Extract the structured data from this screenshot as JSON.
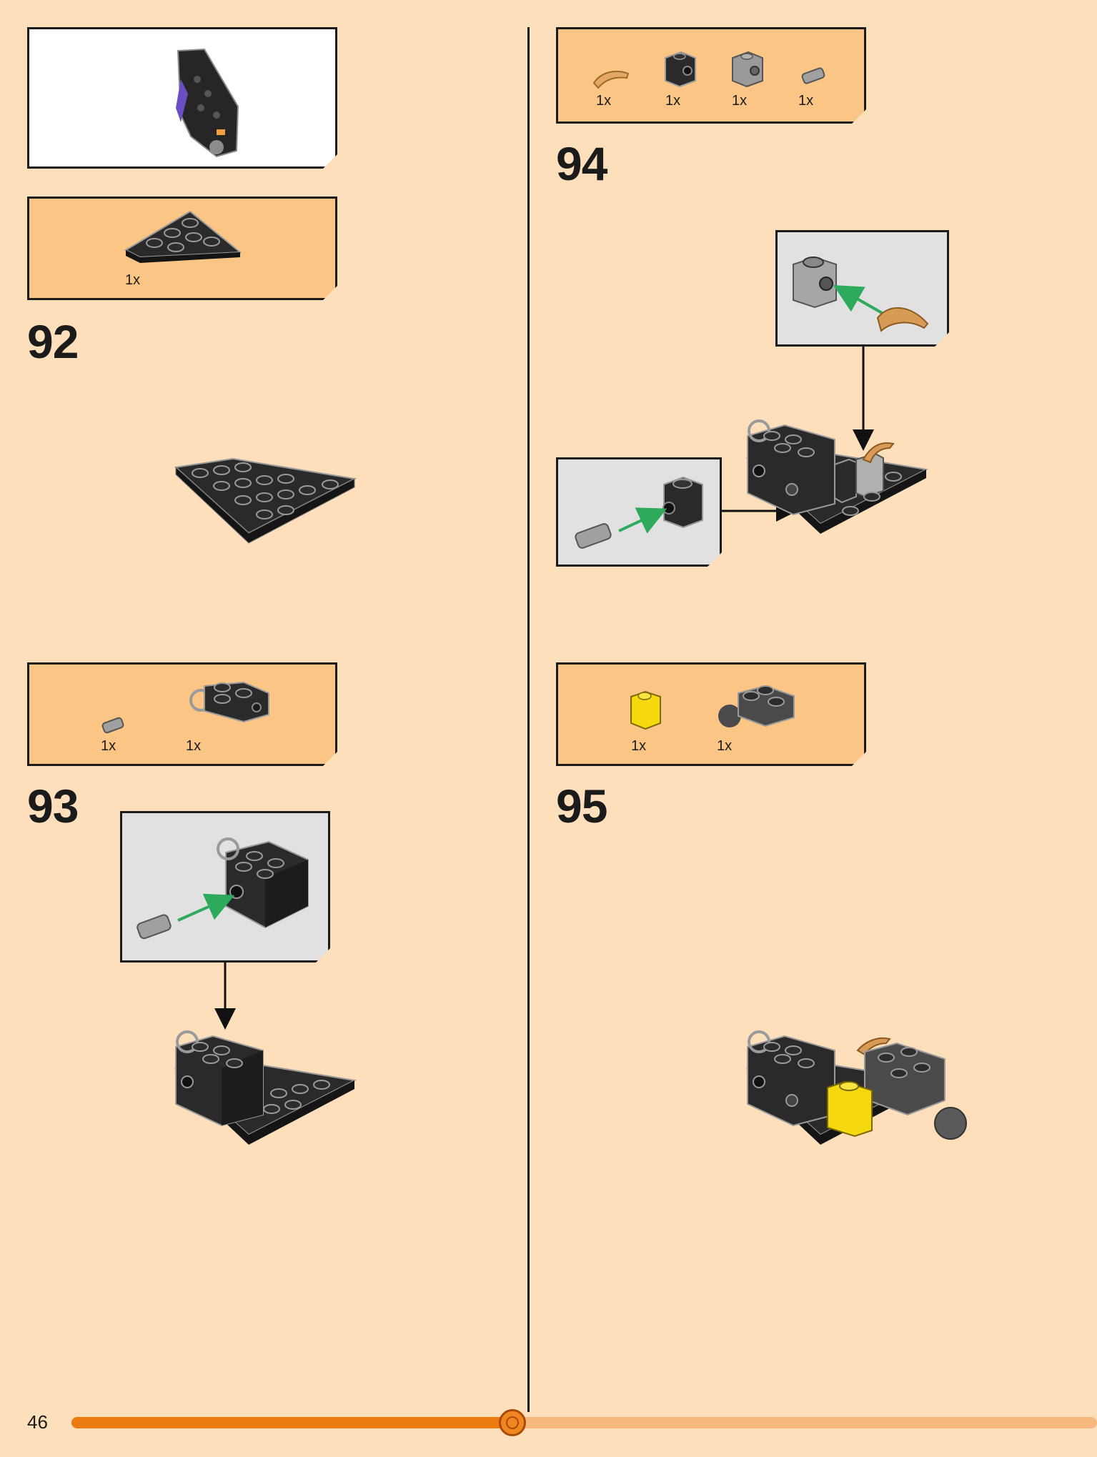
{
  "page": {
    "number": "46",
    "progress_fraction": 0.43
  },
  "steps": [
    {
      "number": "92",
      "parts": [
        {
          "qty": "1x",
          "part": "black-wedge-plate-icon"
        }
      ]
    },
    {
      "number": "93",
      "parts": [
        {
          "qty": "1x",
          "part": "pin-icon"
        },
        {
          "qty": "1x",
          "part": "black-brick-with-clips-icon"
        }
      ]
    },
    {
      "number": "94",
      "parts": [
        {
          "qty": "1x",
          "part": "tan-horn-icon"
        },
        {
          "qty": "1x",
          "part": "black-technic-brick-icon"
        },
        {
          "qty": "1x",
          "part": "grey-technic-brick-icon"
        },
        {
          "qty": "1x",
          "part": "pin-icon"
        }
      ]
    },
    {
      "number": "95",
      "parts": [
        {
          "qty": "1x",
          "part": "yellow-brick-icon"
        },
        {
          "qty": "1x",
          "part": "grey-ball-joint-brick-icon"
        }
      ]
    }
  ],
  "colors": {
    "page_bg": "#fde0bb",
    "parts_panel": "#fbc585",
    "callout_bg": "#e1e1e1",
    "progress": "#ec7b12",
    "progress_track": "#f8b97e",
    "insert_arrow": "#2eaa5c"
  }
}
